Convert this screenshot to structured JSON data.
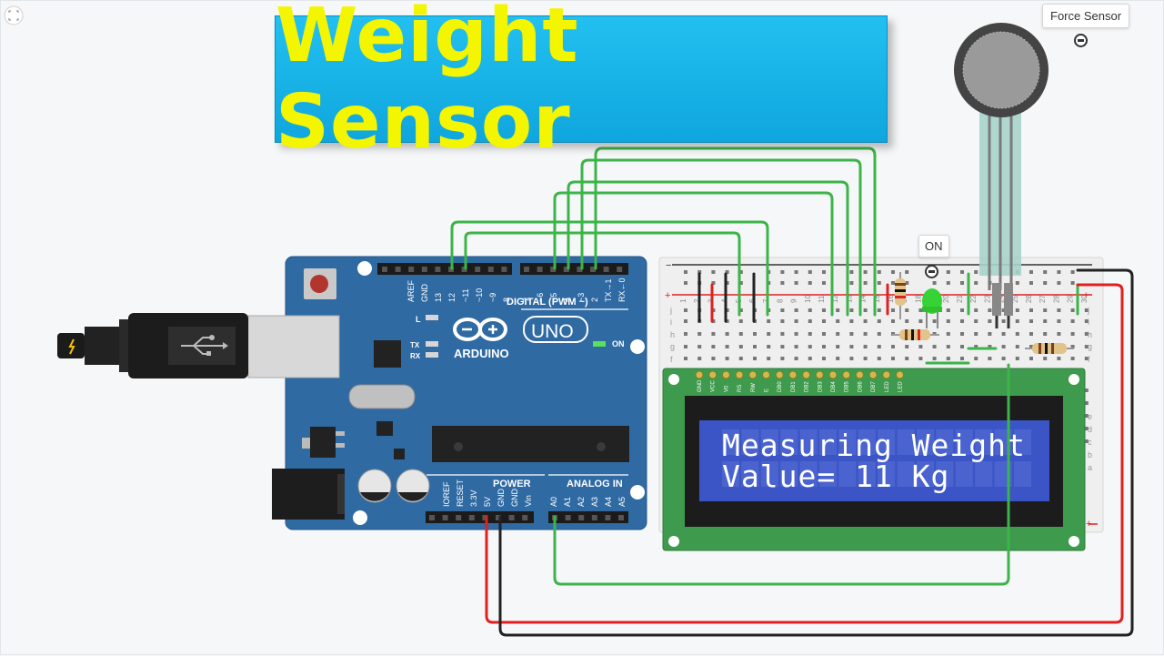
{
  "title": "Weight Sensor",
  "tooltips": {
    "force_sensor": "Force Sensor",
    "led": "ON"
  },
  "lcd": {
    "line1": "Measuring Weight",
    "line2": "Value= 11 Kg"
  },
  "arduino": {
    "brand": "ARDUINO",
    "model": "UNO",
    "digital_header": "DIGITAL (PWM ~)",
    "power_header": "POWER",
    "analog_header": "ANALOG IN",
    "on_label": "ON",
    "l_label": "L",
    "tx_label": "TX",
    "rx_label": "RX",
    "digital_pins": [
      "AREF",
      "GND",
      "13",
      "12",
      "~11",
      "~10",
      "~9",
      "8",
      "7",
      "~6",
      "~5",
      "4",
      "~3",
      "2",
      "TX→1",
      "RX←0"
    ],
    "power_pins": [
      "IOREF",
      "RESET",
      "3.3V",
      "5V",
      "GND",
      "GND",
      "Vin"
    ],
    "analog_pins": [
      "A0",
      "A1",
      "A2",
      "A3",
      "A4",
      "A5"
    ]
  },
  "lcd_pins": [
    "GND",
    "VCC",
    "V0",
    "RS",
    "RW",
    "E",
    "DB0",
    "DB1",
    "DB2",
    "DB3",
    "DB4",
    "DB5",
    "DB6",
    "DB7",
    "LED",
    "LED"
  ],
  "breadboard": {
    "row_letters_top": [
      "j",
      "i",
      "h",
      "g",
      "f"
    ],
    "row_letters_bottom": [
      "e",
      "d",
      "c",
      "b",
      "a"
    ],
    "columns": [
      "1",
      "2",
      "3",
      "4",
      "5",
      "6",
      "7",
      "8",
      "9",
      "10",
      "11",
      "12",
      "13",
      "14",
      "15",
      "16",
      "17",
      "18",
      "19",
      "20",
      "21",
      "22",
      "23",
      "24",
      "25",
      "26",
      "27",
      "28",
      "29",
      "30"
    ]
  },
  "colors": {
    "banner": "#17b3e8",
    "title_text": "#f4f500",
    "board": "#2f6aa3",
    "lcd_pcb": "#3e9a4d",
    "lcd_screen": "#3b55c6",
    "wire_green": "#3cb44a",
    "wire_red": "#e02020",
    "wire_black": "#222222"
  },
  "icons": [
    "fit-view-icon",
    "usb-cable-icon",
    "force-sensor-icon",
    "led-icon",
    "resistor-icon"
  ]
}
